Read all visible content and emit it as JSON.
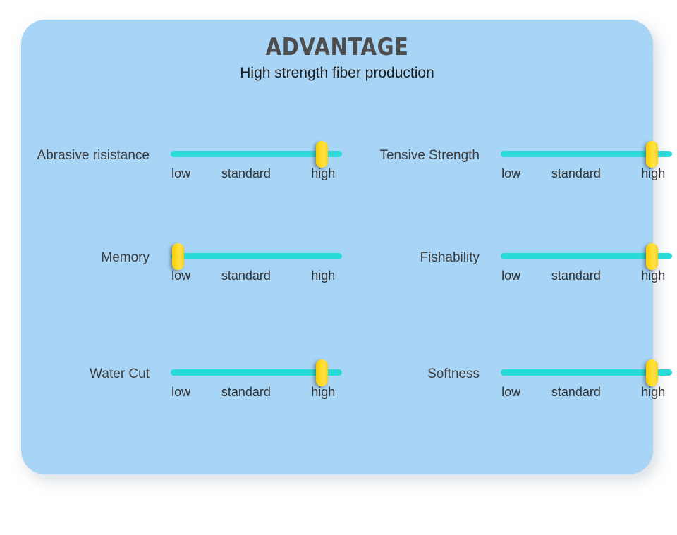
{
  "header": {
    "title": "ADVANTAGE",
    "subtitle": "High strength fiber production"
  },
  "colors": {
    "card_background": "#a8d4f5",
    "page_background": "#ffffff",
    "track": "#28dbd8",
    "handle": "#ffd916",
    "title_text": "#4d4d4d",
    "label_text": "#3d3d3d",
    "tick_text": "#333333"
  },
  "scale": {
    "labels": [
      "low",
      "standard",
      "high"
    ]
  },
  "chart_data": {
    "type": "bar",
    "title": "ADVANTAGE",
    "subtitle": "High strength fiber production",
    "categories": [
      "Abrasive risistance",
      "Tensive Strength",
      "Memory",
      "Fishability",
      "Water Cut",
      "Softness"
    ],
    "tick_labels": [
      "low",
      "standard",
      "high"
    ],
    "values": [
      0.88,
      0.88,
      0.04,
      0.88,
      0.88,
      0.88
    ],
    "value_labels": [
      "high",
      "high",
      "low",
      "high",
      "high",
      "high"
    ],
    "xlabel": "",
    "ylabel": "",
    "ylim": [
      0,
      1
    ],
    "grid": false,
    "legend": "none"
  },
  "sliders": {
    "left": [
      {
        "label": "Abrasive risistance",
        "value": 0.88,
        "value_label": "high"
      },
      {
        "label": "Memory",
        "value": 0.04,
        "value_label": "low"
      },
      {
        "label": "Water Cut",
        "value": 0.88,
        "value_label": "high"
      }
    ],
    "right": [
      {
        "label": "Tensive Strength",
        "value": 0.88,
        "value_label": "high"
      },
      {
        "label": "Fishability",
        "value": 0.88,
        "value_label": "high"
      },
      {
        "label": "Softness",
        "value": 0.88,
        "value_label": "high"
      }
    ]
  }
}
